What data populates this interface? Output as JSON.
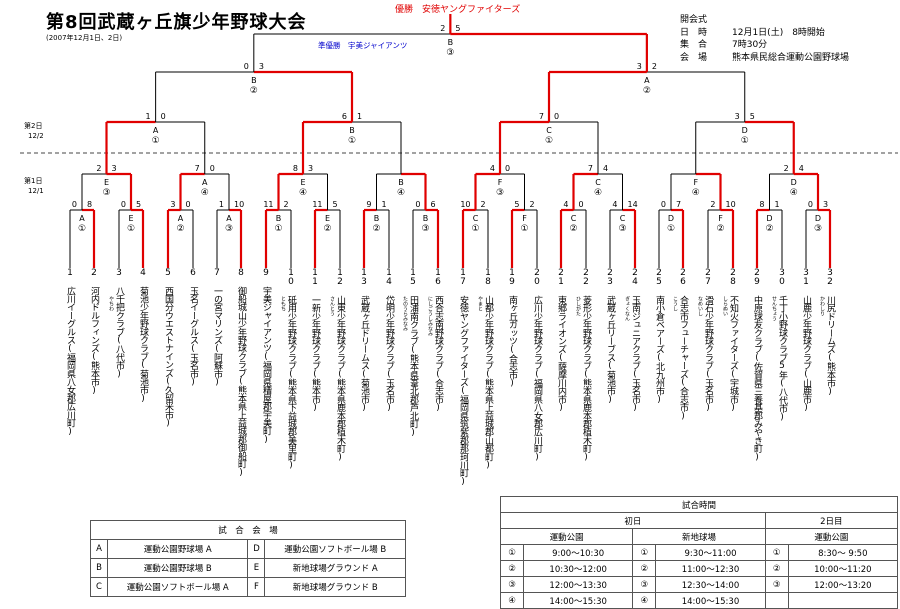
{
  "title": "第8回武蔵ヶ丘旗少年野球大会",
  "subtitle": "(2007年12月1日、2日)",
  "winner_text": "優勝　安徳ヤングファイターズ",
  "runner_up_text": "準優勝　宇美ジャイアンツ",
  "opening": {
    "heading": "開会式",
    "rows": [
      {
        "key": "日　時",
        "colon": "",
        "value": "12月1日(土)　8時開始"
      },
      {
        "key": "集　合",
        "colon": "",
        "value": "7時30分"
      },
      {
        "key": "会　場",
        "colon": "",
        "value": "熊本県民総合運動公園野球場"
      }
    ]
  },
  "day_labels": {
    "day2": "第2日",
    "day2_date": "12/2",
    "day1": "第1日",
    "day1_date": "12/1"
  },
  "teams": [
    {
      "num": "1",
      "name": "広川イーグルス(福岡県八女郡広川町)",
      "ruby": ""
    },
    {
      "num": "2",
      "name": "河内ドルフィンズ(熊本市)",
      "ruby": ""
    },
    {
      "num": "3",
      "name": "八千把クラブ(八代市)",
      "ruby": "やちわ"
    },
    {
      "num": "4",
      "name": "菊池少年野球クラブ(菊池市)",
      "ruby": ""
    },
    {
      "num": "5",
      "name": "西国分ウエストナインズ(久留米市)",
      "ruby": ""
    },
    {
      "num": "6",
      "name": "玉名イーグルス(玉名市)",
      "ruby": ""
    },
    {
      "num": "7",
      "name": "一の宮マリンズ(阿蘇市)",
      "ruby": ""
    },
    {
      "num": "8",
      "name": "御船城山少年野球クラブ(熊本県上益城郡御船町)",
      "ruby": ""
    },
    {
      "num": "9",
      "name": "宇美ジャイアンツ(福岡県糟屋郡宇美町)",
      "ruby": ""
    },
    {
      "num": "10",
      "name": "砥用少年野球クラブ(熊本県下益城郡美里町)",
      "ruby": "ともち"
    },
    {
      "num": "11",
      "name": "一新少年野球クラブ(熊本市)",
      "ruby": ""
    },
    {
      "num": "12",
      "name": "山東少年野球クラブ(熊本県鹿本郡植木町)",
      "ruby": "さんとう"
    },
    {
      "num": "13",
      "name": "武蔵ヶ丘ドリームス(菊池市)",
      "ruby": ""
    },
    {
      "num": "14",
      "name": "岱明少年野球クラブ(玉名市)",
      "ruby": ""
    },
    {
      "num": "15",
      "name": "田浦南クラブ(熊本県葦北郡芦北町)",
      "ruby": "たのうらみなみ"
    },
    {
      "num": "16",
      "name": "西合志南野球クラブ(合志市)",
      "ruby": "にしごうしみなみ"
    },
    {
      "num": "17",
      "name": "安徳ヤングファイターズ(福岡県筑紫郡那珂川町)",
      "ruby": ""
    },
    {
      "num": "18",
      "name": "山都少年野球クラブ(熊本県上益城郡山都町)",
      "ruby": "やまと"
    },
    {
      "num": "19",
      "name": "南ヶ丘ガッツ(合志市)",
      "ruby": ""
    },
    {
      "num": "20",
      "name": "広川少年野球クラブ(福岡県八女郡広川町)",
      "ruby": ""
    },
    {
      "num": "21",
      "name": "東郷ライオンズ(薩摩川内市)",
      "ruby": ""
    },
    {
      "num": "22",
      "name": "菱形少年野球クラブ(熊本県鹿本郡植木町)",
      "ruby": "ひしがた"
    },
    {
      "num": "23",
      "name": "武蔵ヶ丘リーブス(菊池市)",
      "ruby": ""
    },
    {
      "num": "24",
      "name": "玉南ジュニアクラブ(玉名市)",
      "ruby": "ぎょくなん"
    },
    {
      "num": "25",
      "name": "南小倉ベアーズ(北九州市)",
      "ruby": ""
    },
    {
      "num": "26",
      "name": "合志市フューチャーズ(合志市)",
      "ruby": "こうし"
    },
    {
      "num": "27",
      "name": "滑石少年野球クラブ(玉名市)",
      "ruby": "なめいし"
    },
    {
      "num": "28",
      "name": "不知火ファイターズ(宇城市)",
      "ruby": "しらぬい"
    },
    {
      "num": "29",
      "name": "中原球友クラブ(佐賀県三養基郡みやき町)",
      "ruby": ""
    },
    {
      "num": "30",
      "name": "千丁小野球クラブ5年(八代市)",
      "ruby": "せんちょう"
    },
    {
      "num": "31",
      "name": "山鹿少年野球クラブ(山鹿市)",
      "ruby": ""
    },
    {
      "num": "32",
      "name": "川尻ドリームズ(熊本市)",
      "ruby": "かわしり"
    }
  ],
  "games": {
    "r1": [
      {
        "venue": "A",
        "slot": "①",
        "scores": [
          "0",
          "8"
        ]
      },
      {
        "venue": "E",
        "slot": "①",
        "scores": [
          "0",
          "5"
        ]
      },
      {
        "venue": "A",
        "slot": "②",
        "scores": [
          "3",
          "0"
        ]
      },
      {
        "venue": "A",
        "slot": "③",
        "scores": [
          "1",
          "10"
        ]
      },
      {
        "venue": "B",
        "slot": "①",
        "scores": [
          "11",
          "2"
        ]
      },
      {
        "venue": "E",
        "slot": "②",
        "scores": [
          "11",
          "5"
        ]
      },
      {
        "venue": "B",
        "slot": "②",
        "scores": [
          "9",
          "1"
        ]
      },
      {
        "venue": "B",
        "slot": "③",
        "scores": [
          "0",
          "6"
        ]
      },
      {
        "venue": "C",
        "slot": "①",
        "scores": [
          "10",
          "2"
        ]
      },
      {
        "venue": "F",
        "slot": "①",
        "scores": [
          "5",
          "2"
        ]
      },
      {
        "venue": "C",
        "slot": "②",
        "scores": [
          "4",
          "0"
        ]
      },
      {
        "venue": "C",
        "slot": "③",
        "scores": [
          "4",
          "14"
        ]
      },
      {
        "venue": "D",
        "slot": "①",
        "scores": [
          "0",
          "7"
        ]
      },
      {
        "venue": "F",
        "slot": "②",
        "scores": [
          "2",
          "10"
        ]
      },
      {
        "venue": "D",
        "slot": "②",
        "scores": [
          "8",
          "1"
        ]
      },
      {
        "venue": "D",
        "slot": "③",
        "scores": [
          "0",
          "3"
        ]
      }
    ],
    "r2": [
      {
        "venue": "E",
        "slot": "③",
        "scores": [
          "2",
          "3"
        ]
      },
      {
        "venue": "A",
        "slot": "④",
        "scores": [
          "7",
          "0"
        ]
      },
      {
        "venue": "E",
        "slot": "④",
        "scores": [
          "8",
          "3"
        ]
      },
      {
        "venue": "B",
        "slot": "④",
        "scores": [
          "",
          ""
        ]
      },
      {
        "venue": "F",
        "slot": "③",
        "scores": [
          "4",
          "0"
        ]
      },
      {
        "venue": "C",
        "slot": "④",
        "scores": [
          "7",
          "4"
        ]
      },
      {
        "venue": "F",
        "slot": "④",
        "scores": [
          "",
          ""
        ]
      },
      {
        "venue": "D",
        "slot": "④",
        "scores": [
          "2",
          "4"
        ]
      }
    ],
    "r3": [
      {
        "venue": "A",
        "slot": "①",
        "scores": [
          "1",
          "0"
        ]
      },
      {
        "venue": "B",
        "slot": "①",
        "scores": [
          "6",
          "1"
        ]
      },
      {
        "venue": "C",
        "slot": "①",
        "scores": [
          "7",
          "0"
        ]
      },
      {
        "venue": "D",
        "slot": "①",
        "scores": [
          "3",
          "5"
        ]
      }
    ],
    "r4": [
      {
        "venue": "B",
        "slot": "②",
        "scores": [
          "0",
          "3"
        ]
      },
      {
        "venue": "A",
        "slot": "②",
        "scores": [
          "3",
          "2"
        ]
      }
    ],
    "final": {
      "venue": "B",
      "slot": "③",
      "scores": [
        "2",
        "5"
      ]
    }
  },
  "venues": {
    "heading": "試　合　会　場",
    "rows": [
      {
        "k1": "A",
        "v1": "運動公園野球場 A",
        "k2": "D",
        "v2": "運動公園ソフトボール場 B"
      },
      {
        "k1": "B",
        "v1": "運動公園野球場 B",
        "k2": "E",
        "v2": "新地球場グラウンド A"
      },
      {
        "k1": "C",
        "v1": "運動公園ソフトボール場 A",
        "k2": "F",
        "v2": "新地球場グラウンド B"
      }
    ]
  },
  "schedule": {
    "heading": "試合時間",
    "day1": "初日",
    "day2": "2日目",
    "venue_a": "運動公園",
    "venue_b": "新地球場",
    "venue_c": "運動公園",
    "rows": [
      {
        "n": "①",
        "a": "9:00～10:30",
        "n2": "①",
        "b": "9:30～11:00",
        "n3": "①",
        "c": "8:30～ 9:50"
      },
      {
        "n": "②",
        "a": "10:30～12:00",
        "n2": "②",
        "b": "11:00～12:30",
        "n3": "②",
        "c": "10:00～11:20"
      },
      {
        "n": "③",
        "a": "12:00～13:30",
        "n2": "③",
        "b": "12:30～14:00",
        "n3": "③",
        "c": "12:00～13:20"
      },
      {
        "n": "④",
        "a": "14:00～15:30",
        "n2": "④",
        "b": "14:00～15:30",
        "n3": "",
        "c": ""
      }
    ]
  },
  "colors": {
    "winner_line": "#e00000",
    "line": "#000000",
    "runner_up_text": "#0000cc"
  }
}
